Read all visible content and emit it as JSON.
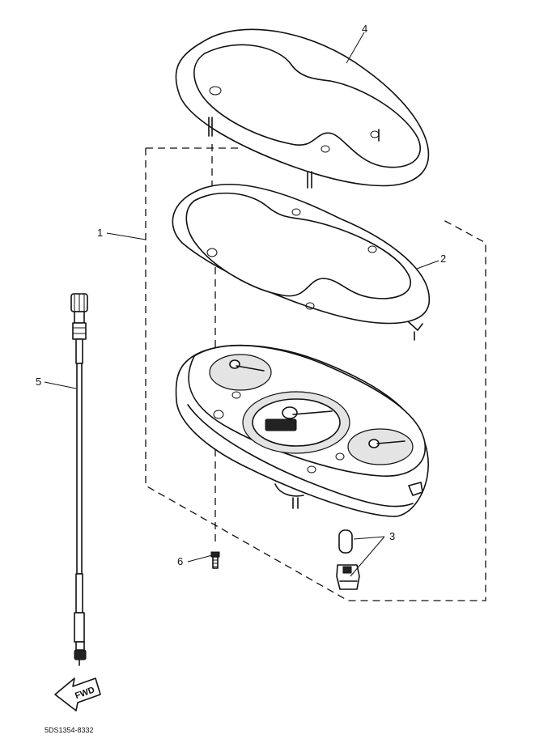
{
  "diagram": {
    "callouts": [
      {
        "id": "1",
        "part": "meter-assembly"
      },
      {
        "id": "2",
        "part": "meter-case-cover"
      },
      {
        "id": "3",
        "part": "bulb-and-socket"
      },
      {
        "id": "4",
        "part": "meter-bezel"
      },
      {
        "id": "5",
        "part": "speedometer-cable"
      },
      {
        "id": "6",
        "part": "screw"
      }
    ],
    "arrow_label": "FWD",
    "drawing_code": "5DS1354-8332"
  }
}
